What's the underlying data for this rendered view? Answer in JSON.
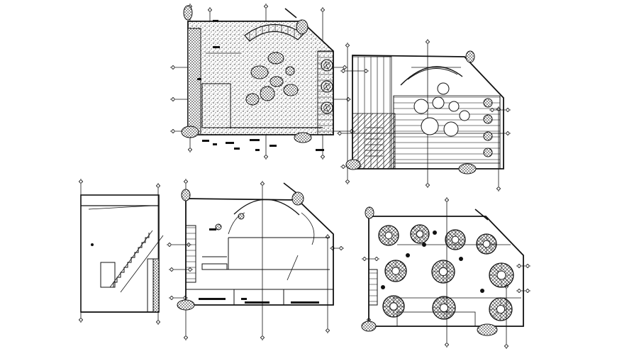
{
  "drawing": {
    "background": "#ffffff",
    "ink": "#111111",
    "hatch_ink": "#333333",
    "plans": [
      {
        "name": "landscape-plan",
        "hatched": true
      },
      {
        "name": "paving-plan",
        "hatched": false
      },
      {
        "name": "section-view",
        "hatched": false
      },
      {
        "name": "layout-plan",
        "hatched": false
      },
      {
        "name": "furniture-plan",
        "hatched": false
      }
    ],
    "furniture_plan": {
      "round_tables": 10
    }
  }
}
